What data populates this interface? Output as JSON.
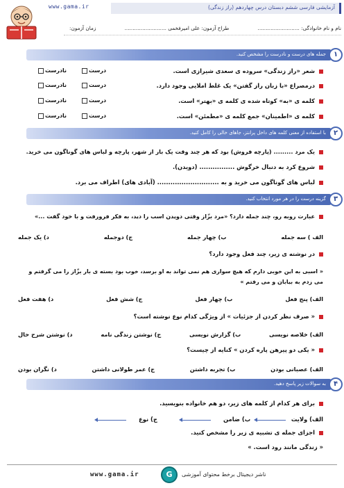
{
  "header": {
    "site": "www.gama.ir",
    "title": "آزمایشی فارسی ششم دبستان درس چهاردهم (راز زندگی)",
    "name_label": "نام و نام خانوادگی: ..........................",
    "designer_label": "طراح آزمون: علی امیرفخمی ..........................",
    "time_label": "زمان آزمون:"
  },
  "s1": {
    "num": "۱",
    "title": "جمله های درست و نادرست را مشخص کنید.",
    "true_label": "درست",
    "false_label": "نادرست",
    "items": [
      "شعر «راز زندگی» سروده ی سعدی شیرازی است.",
      "درمصراع «با زبان راز گفتن» یک غلط املایی وجود دارد.",
      "کلمه ی «به» کوتاه شده ی کلمه ی «بهتر» است.",
      "کلمه ی «اطمینان» جمع کلمه ی «مطمئن» است."
    ]
  },
  "s2": {
    "num": "۲",
    "title": "با استفاده از معنی کلمه های داخل پرانتز، جاهای خالی را کامل کنید.",
    "items": [
      "یک مرد ......... (پارچه فروش) بود که هر چند وقت یک بار از شهر، پارچه و لباس های گوناگون می خرید.",
      "شروع کرد به دنبال خرگوش ................ (دویدن).",
      "لباس های گوناگون می خرید و به ............................ (آبادی های) اطراف می برد."
    ]
  },
  "s3": {
    "num": "۳",
    "title": "گزینه درست را در هر مورد انتخاب کنید.",
    "q1": "عبارت روبه رو، چند جمله دارد؟ «مرد بزّاز وقتی دویدن اسب را دید، به فکر فرورفت و با خود گفت ...»",
    "q1_opts": [
      "الف ) سه جمله",
      "ب) چهار جمله",
      "ج) دوجمله",
      "د) یک جمله"
    ],
    "q2": "در نوشته ی زیر، چند فعل وجود دارد؟",
    "q2_text1": "« اسبی به این خوبی دارم که هیچ سواری هم نمی تواند به او برسد، خوب بود بسته ی بار بزّاز را می گرفتم و",
    "q2_text2": "می زدم به بیابان و می رفتم »",
    "q2_opts": [
      "الف) پنج فعل",
      "ب) چهار فعل",
      "ج) شش فعل",
      "د) هفت فعل"
    ],
    "q3": "« صرف نظر کردن از جزئیات » از ویژگی کدام نوع نوشته است؟",
    "q3_opts": [
      "الف) خلاصه نویسی",
      "ب) گزارش نویسی",
      "ج) نوشتن زندگی نامه",
      "د) نوشتن شرح حال"
    ],
    "q4": "« یکی دو پیرهن پاره کردن » کنایه از چیست؟",
    "q4_opts": [
      "الف) عصبانی بودن",
      "ب) تجربه داشتن",
      "ج) عمر طولانی داشتن",
      "د) نگران بودن"
    ]
  },
  "s4": {
    "num": "۴",
    "title": "به سوالات زیر پاسخ دهید.",
    "q1": "برای هر کدام از کلمه های زیر، دو هم خانواده بنویسید.",
    "words": [
      "الف) ولایت",
      "ب) ضامن",
      "ج) نوع"
    ],
    "q2": "اجزای جمله ی تشبیه ی زیر را مشخص کنید.",
    "q2_text": "« زندگی مانند رود است. »"
  },
  "footer": {
    "site": "www.gama.ir",
    "publisher": "ناشر دیجیتال برخط محتوای آموزشی"
  }
}
